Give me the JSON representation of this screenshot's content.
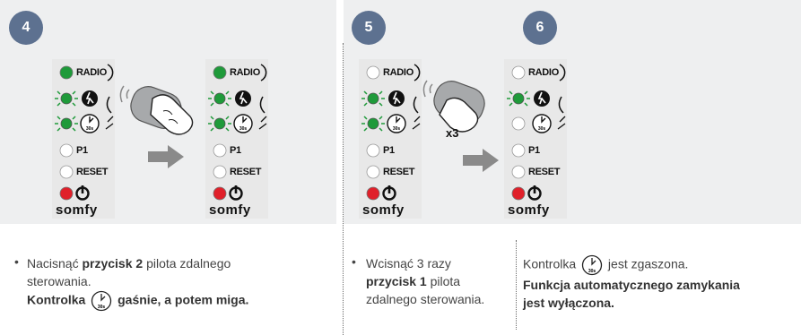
{
  "steps": [
    {
      "number": "4"
    },
    {
      "number": "5"
    },
    {
      "number": "6"
    }
  ],
  "panel_labels": {
    "radio": "RADIO",
    "p1": "P1",
    "reset": "RESET",
    "brand": "somfy"
  },
  "remote_press_label": "x3",
  "captions": {
    "step4": {
      "bullet": "•",
      "line1_prefix": "Nacisnąć ",
      "line1_bold": "przycisk 2",
      "line1_suffix": " pilota zdalnego",
      "line2": "sterowania.",
      "line3_bold_prefix": "Kontrolka ",
      "line3_bold_suffix": " gaśnie, a potem miga."
    },
    "step5": {
      "bullet": "•",
      "line1": "Wcisnąć 3 razy",
      "line2_bold": "przycisk 1",
      "line2_suffix": " pilota",
      "line3": "zdalnego sterowania."
    },
    "step6": {
      "line1_prefix": "Kontrolka ",
      "line1_suffix": " jest zgaszona.",
      "line2_bold": "Funkcja automatycznego zamykania",
      "line3_bold": "jest wyłączona."
    }
  },
  "colors": {
    "badge": "#5d7190",
    "panel_bg": "#eeeff0",
    "led_green": "#1f9a3a",
    "led_red": "#e0202a",
    "arrow": "#8a8a8a"
  }
}
